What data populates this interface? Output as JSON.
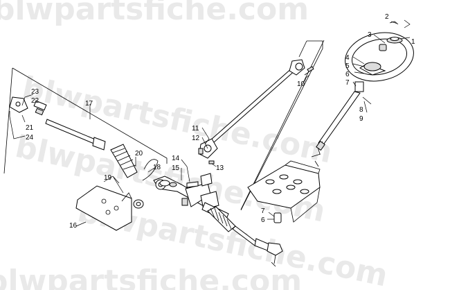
{
  "watermark": "blwpartsfiche.com",
  "callouts": {
    "c1": "1",
    "c2": "2",
    "c3": "3",
    "c4": "4",
    "c5": "5",
    "c6": "6",
    "c7": "7",
    "c8": "8",
    "c9": "9",
    "c10": "10",
    "c11": "11",
    "c12": "12",
    "c13": "13",
    "c14": "14",
    "c15": "15",
    "c16": "16",
    "c17": "17",
    "c18": "18",
    "c19": "19",
    "c20": "20",
    "c21": "21",
    "c22": "22",
    "c23": "23",
    "c24": "24",
    "c7b": "7",
    "c6b": "6"
  }
}
